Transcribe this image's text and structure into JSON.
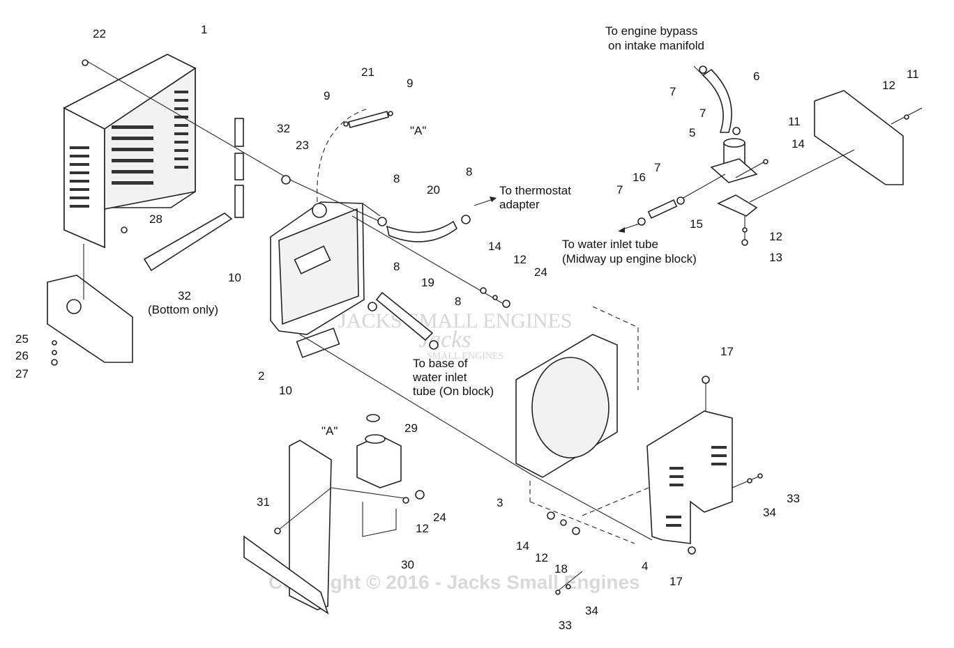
{
  "labels": {
    "n1": "1",
    "n2": "2",
    "n3": "3",
    "n4": "4",
    "n5": "5",
    "n6": "6",
    "n7a": "7",
    "n7b": "7",
    "n7c": "7",
    "n7d": "7",
    "n8a": "8",
    "n8b": "8",
    "n8c": "8",
    "n8d": "8",
    "n9a": "9",
    "n9b": "9",
    "n10a": "10",
    "n10b": "10",
    "n11a": "11",
    "n11b": "11",
    "n12a": "12",
    "n12b": "12",
    "n12c": "12",
    "n12d": "12",
    "n12e": "12",
    "n13": "13",
    "n14a": "14",
    "n14b": "14",
    "n14c": "14",
    "n15": "15",
    "n16": "16",
    "n17a": "17",
    "n17b": "17",
    "n18": "18",
    "n19": "19",
    "n20": "20",
    "n21": "21",
    "n22": "22",
    "n23": "23",
    "n24a": "24",
    "n24b": "24",
    "n25": "25",
    "n26": "26",
    "n27": "27",
    "n28": "28",
    "n29": "29",
    "n30": "30",
    "n31": "31",
    "n32a": "32",
    "n32b": "32",
    "n33a": "33",
    "n33b": "33",
    "n34a": "34",
    "n34b": "34"
  },
  "notes": {
    "bypass_l1": "To engine bypass",
    "bypass_l2": "on intake manifold",
    "thermo_l1": "To thermostat",
    "thermo_l2": "adapter",
    "inlet_l1": "To water inlet tube",
    "inlet_l2": "(Midway up engine block)",
    "base_l1": "To base of",
    "base_l2": "water inlet",
    "base_l3": "tube (On block)",
    "bottom_only": "(Bottom only)",
    "ref_a1": "\"A\"",
    "ref_a2": "\"A\""
  },
  "watermark": {
    "brand": "JACKS SMALL ENGINES",
    "logo": "Jacks",
    "logo_sub": "SMALL ENGINES",
    "copyright": "Copyright © 2016 - Jacks Small Engines"
  }
}
